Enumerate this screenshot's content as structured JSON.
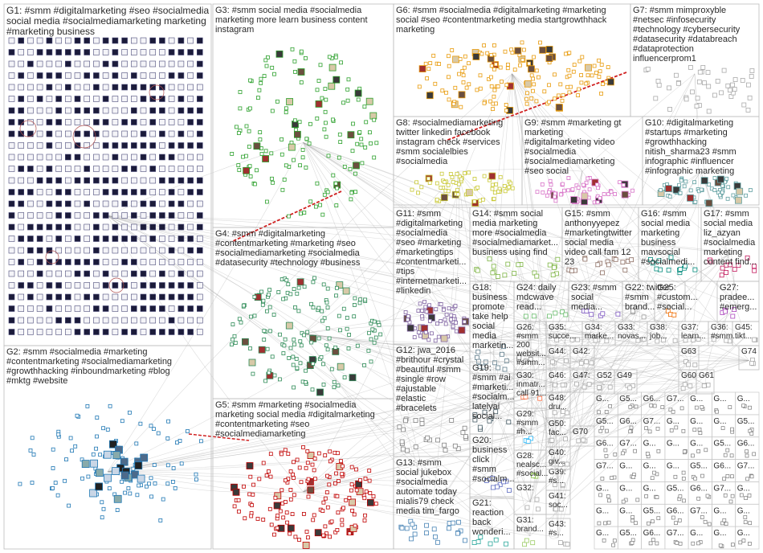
{
  "graph": {
    "groups": [
      {
        "id": "G1",
        "label_lines": [
          "G1: #smm #digitalmarketing #seo #socialmedia",
          "social media #socialmediamarketing marketing",
          "#marketing business"
        ],
        "accent": "#202048",
        "kind": "grid"
      },
      {
        "id": "G2",
        "label_lines": [
          "G2: #smm #socialmedia #marketing",
          "#contentmarketing #socialmediamarketing",
          "#growthhacking #inboundmarketing #blog",
          "#mktg #website"
        ],
        "accent": "#1f77b4",
        "kind": "ring"
      },
      {
        "id": "G3",
        "label_lines": [
          "G3: #smm social media #socialmedia",
          "marketing more learn business content",
          "instagram"
        ],
        "accent": "#2ca02c",
        "kind": "cluster"
      },
      {
        "id": "G4",
        "label_lines": [
          "G4: #smm #digitalmarketing",
          "#contentmarketing #marketing #seo",
          "#socialmediamarketing #socialmedia",
          "#datasecurity #technology #business"
        ],
        "accent": "#2e8b57",
        "kind": "cluster"
      },
      {
        "id": "G5",
        "label_lines": [
          "G5: #smm #marketing #socialmedia",
          "marketing social media #digitalmarketing",
          "#contentmarketing #seo",
          "#socialmediamarketing"
        ],
        "accent": "#c00000",
        "kind": "cluster"
      },
      {
        "id": "G6",
        "label_lines": [
          "G6: #smm #socialmedia #digitalmarketing #marketing",
          "social #seo #contentmarketing media startgrowthhack",
          "marketing"
        ],
        "accent": "#e89b0c",
        "kind": "cluster"
      },
      {
        "id": "G7",
        "label_lines": [
          "G7: #smm mimproxyble",
          "#netsec #infosecurity",
          "#technology #cybersecurity",
          "#datasecurity #databreach",
          "#dataprotection",
          "influencerprom1"
        ],
        "accent": "#aaaaaa",
        "kind": "sparse"
      },
      {
        "id": "G8",
        "label_lines": [
          "G8: #socialmediamarketing",
          "twitter linkedin facebook",
          "instagram check #services",
          "#smm socialelbies",
          "#socialmedia"
        ],
        "accent": "#c8c832",
        "kind": "cluster"
      },
      {
        "id": "G9",
        "label_lines": [
          "G9: #smm #marketing gt",
          "marketing",
          "#digitalmarketing video",
          "#socialmedia",
          "#socialmediamarketing",
          "#seo social"
        ],
        "accent": "#d873c8",
        "kind": "cluster"
      },
      {
        "id": "G10",
        "label_lines": [
          "G10: #digitalmarketing",
          "#startups #marketing",
          "#growthhacking",
          "nitish_sharma23 #smm",
          "infographic #influencer",
          "#infographic marketing"
        ],
        "accent": "#5f9ea0",
        "kind": "cluster"
      },
      {
        "id": "G11",
        "label_lines": [
          "G11: #smm",
          "#digitalmarketing",
          "#socialmedia",
          "#seo #marketing",
          "#marketingtips",
          "#contentmarketi...",
          "#tips",
          "#internetmarketi...",
          "#linkedin"
        ],
        "accent": "#8064a2",
        "kind": "cluster"
      },
      {
        "id": "G12",
        "label_lines": [
          "G12: jwa_2016",
          "#brithour #crystal",
          "#beautiful #smm",
          "#single #row",
          "#ajustable",
          "#elastic",
          "#bracelets"
        ],
        "accent": "#808080",
        "kind": "sparse"
      },
      {
        "id": "G13",
        "label_lines": [
          "G13: #smm",
          "social jukebox",
          "#socialmedia",
          "automate today",
          "mialis79 check",
          "media tim_fargo"
        ],
        "accent": "#4682b4",
        "kind": "sparse"
      },
      {
        "id": "G14",
        "label_lines": [
          "G14: #smm social",
          "media marketing",
          "more #socialmedia",
          "#socialmediamarket...",
          "business using find"
        ],
        "accent": "#7cb342",
        "kind": "sparse"
      },
      {
        "id": "G15",
        "label_lines": [
          "G15: #smm",
          "anthonyyepez",
          "#marketingtwitter",
          "social media",
          "video call fam 12",
          "23"
        ],
        "accent": "#8d6e63",
        "kind": "sparse"
      },
      {
        "id": "G16",
        "label_lines": [
          "G16: #smm",
          "social media",
          "marketing",
          "business",
          "mavsocial",
          "#socialmedi..."
        ],
        "accent": "#00897b",
        "kind": "sparse"
      },
      {
        "id": "G17",
        "label_lines": [
          "G17: #smm",
          "social media",
          "liz_azyan",
          "#socialmedia",
          "marketing",
          "content find..."
        ],
        "accent": "#c2185b",
        "kind": "sparse"
      },
      {
        "id": "G18",
        "label_lines": [
          "G18:",
          "business",
          "promote",
          "take help",
          "social",
          "media",
          "marketin..."
        ],
        "accent": "#607d8b",
        "kind": "sparse"
      },
      {
        "id": "G19",
        "label_lines": [
          "G19:",
          "#smm #ai",
          "#marketi...",
          "#socialm...",
          "latelyai",
          "social..."
        ],
        "accent": "#455a64",
        "kind": "sparse"
      },
      {
        "id": "G20",
        "label_lines": [
          "G20:",
          "business",
          "click",
          "#smm",
          "#socialm..."
        ],
        "accent": "#5c6bc0",
        "kind": "sparse"
      },
      {
        "id": "G21",
        "label_lines": [
          "G21:",
          "reaction",
          "back",
          "wonderi..."
        ],
        "accent": "#26a69a",
        "kind": "sparse"
      },
      {
        "id": "G22",
        "label_lines": [
          "G22: twitter",
          "#smm",
          "brand..."
        ],
        "accent": "#999999",
        "kind": "sparse"
      },
      {
        "id": "G23",
        "label_lines": [
          "G23: #smm",
          "social",
          "media..."
        ],
        "accent": "#7e57c2",
        "kind": "sparse"
      },
      {
        "id": "G24",
        "label_lines": [
          "G24: daily",
          "mdcwave",
          "read..."
        ],
        "accent": "#66bb6a",
        "kind": "sparse"
      },
      {
        "id": "G25",
        "label_lines": [
          "G25:",
          "#custom...",
          "#social..."
        ],
        "accent": "#ef6c00",
        "kind": "sparse"
      },
      {
        "id": "G26",
        "label_lines": [
          "G26:",
          "#smm",
          "200",
          "websit...",
          "#smm..."
        ],
        "accent": "#888888",
        "kind": "sparse"
      },
      {
        "id": "G27",
        "label_lines": [
          "G27:",
          "pradee...",
          "#emerg..."
        ],
        "accent": "#ab47bc",
        "kind": "sparse"
      },
      {
        "id": "G28",
        "label_lines": [
          "G28:",
          "nealsc...",
          "#social..."
        ],
        "accent": "#8bc34a",
        "kind": "sparse"
      },
      {
        "id": "G29",
        "label_lines": [
          "G29:",
          "#smm",
          "#h..."
        ],
        "accent": "#29b6f6",
        "kind": "sparse"
      },
      {
        "id": "G30",
        "label_lines": [
          "G30:",
          "inmatr...",
          "call 91..."
        ],
        "accent": "#ff7043",
        "kind": "sparse"
      },
      {
        "id": "G31",
        "label_lines": [
          "G31:",
          "brand..."
        ],
        "accent": "#9ccc65",
        "kind": "sparse"
      },
      {
        "id": "G32",
        "label_lines": [
          "G32:"
        ],
        "accent": "#aaaaaa",
        "kind": "sparse"
      },
      {
        "id": "G33",
        "label_lines": [
          "G33:",
          "novas..."
        ],
        "accent": "#aaaaaa",
        "kind": "sparse"
      },
      {
        "id": "G34",
        "label_lines": [
          "G34:",
          "marke..."
        ],
        "accent": "#aaaaaa",
        "kind": "sparse"
      },
      {
        "id": "G35",
        "label_lines": [
          "G35:",
          "succe..."
        ],
        "accent": "#aaaaaa",
        "kind": "sparse"
      },
      {
        "id": "G36",
        "label_lines": [
          "G36:",
          "#smm..."
        ],
        "accent": "#aaaaaa",
        "kind": "sparse"
      },
      {
        "id": "G37",
        "label_lines": [
          "G37:",
          "learn..."
        ],
        "accent": "#aaaaaa",
        "kind": "sparse"
      },
      {
        "id": "G38",
        "label_lines": [
          "G38:",
          "job..."
        ],
        "accent": "#aaaaaa",
        "kind": "sparse"
      },
      {
        "id": "G39",
        "label_lines": [
          "G39:",
          "#s..."
        ],
        "accent": "#aaaaaa",
        "kind": "sparse"
      },
      {
        "id": "G40",
        "label_lines": [
          "G40:",
          "giv..."
        ],
        "accent": "#aaaaaa",
        "kind": "sparse"
      },
      {
        "id": "G41",
        "label_lines": [
          "G41:",
          "soc..."
        ],
        "accent": "#aaaaaa",
        "kind": "sparse"
      },
      {
        "id": "G42",
        "label_lines": [
          "G42:"
        ],
        "accent": "#aaaaaa",
        "kind": "sparse"
      },
      {
        "id": "G43",
        "label_lines": [
          "G43:",
          "#s..."
        ],
        "accent": "#aaaaaa",
        "kind": "sparse"
      },
      {
        "id": "G44",
        "label_lines": [
          "G44:"
        ],
        "accent": "#aaaaaa",
        "kind": "sparse"
      },
      {
        "id": "G45",
        "label_lines": [
          "G45:",
          "tikt..."
        ],
        "accent": "#aaaaaa",
        "kind": "sparse"
      },
      {
        "id": "G46",
        "label_lines": [
          "G46:"
        ],
        "accent": "#aaaaaa",
        "kind": "sparse"
      },
      {
        "id": "G47",
        "label_lines": [
          "G47:"
        ],
        "accent": "#aaaaaa",
        "kind": "sparse"
      },
      {
        "id": "G48",
        "label_lines": [
          "G48:",
          "dru..."
        ],
        "accent": "#aaaaaa",
        "kind": "sparse"
      },
      {
        "id": "G49",
        "label_lines": [
          "G49"
        ],
        "accent": "#aaaaaa",
        "kind": "sparse"
      },
      {
        "id": "G50",
        "label_lines": [
          "G50:",
          "fac..."
        ],
        "accent": "#aaaaaa",
        "kind": "sparse"
      },
      {
        "id": "G52",
        "label_lines": [
          "G52"
        ],
        "accent": "#aaaaaa",
        "kind": "sparse"
      },
      {
        "id": "G60",
        "label_lines": [
          "G60"
        ],
        "accent": "#aaaaaa",
        "kind": "sparse"
      },
      {
        "id": "G61",
        "label_lines": [
          "G61"
        ],
        "accent": "#aaaaaa",
        "kind": "sparse"
      },
      {
        "id": "G63",
        "label_lines": [
          "G63"
        ],
        "accent": "#aaaaaa",
        "kind": "sparse"
      },
      {
        "id": "G70",
        "label_lines": [
          "G70"
        ],
        "accent": "#aaaaaa",
        "kind": "sparse"
      },
      {
        "id": "G74",
        "label_lines": [
          "G74"
        ],
        "accent": "#aaaaaa",
        "kind": "sparse"
      }
    ],
    "small_tile_labels": [
      "G...",
      "G5...",
      "G6...",
      "G7...",
      "G...",
      "G..."
    ]
  }
}
